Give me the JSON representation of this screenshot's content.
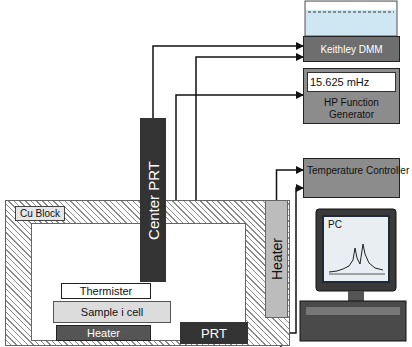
{
  "diagram": {
    "nodes": [
      {
        "text": [
          "Cu Block"
        ]
      },
      {
        "text": [
          "Center PRT"
        ]
      },
      {
        "text": [
          "Thermister"
        ],
        "in": 0
      },
      {
        "text": [
          "Sample i cell"
        ],
        "in": 0
      },
      {
        "text": [
          "Heater"
        ],
        "in": 0
      },
      {
        "text": [
          "Heater"
        ]
      },
      {
        "text": [
          "PRT"
        ]
      },
      {
        "text": [
          "Keithley DMM"
        ]
      },
      {
        "text": [
          "15.625 mHz",
          "HP Function Generator"
        ]
      },
      {
        "text": [
          "Temperature Controller"
        ]
      },
      {
        "text": [
          "PC"
        ]
      }
    ],
    "edges": [
      {
        "from": 1,
        "to": 7,
        "arrow": "to"
      },
      {
        "from": 2,
        "to": 7,
        "arrow": "to"
      },
      {
        "from": 4,
        "to": 8,
        "arrow": "to"
      },
      {
        "from": 6,
        "to": 9,
        "arrow": "to"
      },
      {
        "from": 5,
        "to": 9,
        "arrow": "to"
      }
    ]
  }
}
